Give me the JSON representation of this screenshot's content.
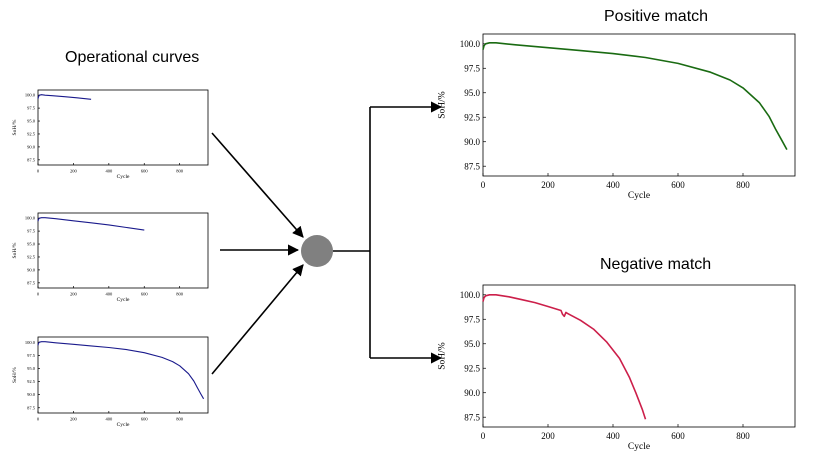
{
  "headings": {
    "operational": "Operational curves",
    "positive": "Positive match",
    "negative": "Negative match"
  },
  "colors": {
    "operational_curve": "#1a1a8c",
    "positive_curve": "#1a6b12",
    "negative_curve": "#cc1f4a",
    "hub": "#808080",
    "arrow": "#000000"
  },
  "chart_data": [
    {
      "id": "operational-1",
      "type": "line",
      "xlabel": "Cycle",
      "ylabel": "SoH/%",
      "xlim": [
        0,
        960
      ],
      "ylim": [
        86.5,
        101
      ],
      "xticks": [
        0,
        200,
        400,
        600,
        800
      ],
      "yticks": [
        87.5,
        90.0,
        92.5,
        95.0,
        97.5,
        100.0
      ],
      "series": [
        {
          "x": [
            0,
            3,
            8,
            20,
            40,
            80,
            150,
            220,
            300
          ],
          "y": [
            99.3,
            99.7,
            100.0,
            100.1,
            100.0,
            99.9,
            99.7,
            99.5,
            99.2
          ]
        }
      ]
    },
    {
      "id": "operational-2",
      "type": "line",
      "xlabel": "Cycle",
      "ylabel": "SoH/%",
      "xlim": [
        0,
        960
      ],
      "ylim": [
        86.5,
        101
      ],
      "xticks": [
        0,
        200,
        400,
        600,
        800
      ],
      "yticks": [
        87.5,
        90.0,
        92.5,
        95.0,
        97.5,
        100.0
      ],
      "series": [
        {
          "x": [
            0,
            3,
            8,
            20,
            40,
            100,
            200,
            300,
            400,
            500,
            600
          ],
          "y": [
            99.4,
            99.8,
            100.0,
            100.1,
            100.1,
            99.9,
            99.5,
            99.1,
            98.7,
            98.2,
            97.7
          ]
        }
      ]
    },
    {
      "id": "operational-3",
      "type": "line",
      "xlabel": "Cycle",
      "ylabel": "SoH/%",
      "xlim": [
        0,
        960
      ],
      "ylim": [
        86.5,
        101
      ],
      "xticks": [
        0,
        200,
        400,
        600,
        800
      ],
      "yticks": [
        87.5,
        90.0,
        92.5,
        95.0,
        97.5,
        100.0
      ],
      "series": [
        {
          "x": [
            0,
            3,
            8,
            20,
            40,
            100,
            200,
            300,
            400,
            500,
            600,
            700,
            760,
            800,
            850,
            880,
            900,
            920,
            935
          ],
          "y": [
            99.4,
            99.8,
            100.0,
            100.1,
            100.1,
            99.9,
            99.6,
            99.3,
            99.0,
            98.6,
            98.0,
            97.1,
            96.3,
            95.5,
            94.0,
            92.6,
            91.3,
            90.1,
            89.2
          ]
        }
      ]
    },
    {
      "id": "positive",
      "type": "line",
      "xlabel": "Cycle",
      "ylabel": "SoH/%",
      "xlim": [
        0,
        960
      ],
      "ylim": [
        86.5,
        101
      ],
      "xticks": [
        0,
        200,
        400,
        600,
        800
      ],
      "yticks": [
        87.5,
        90.0,
        92.5,
        95.0,
        97.5,
        100.0
      ],
      "series": [
        {
          "x": [
            0,
            3,
            8,
            20,
            40,
            100,
            200,
            300,
            400,
            500,
            600,
            700,
            760,
            800,
            850,
            880,
            900,
            920,
            935
          ],
          "y": [
            99.4,
            99.8,
            100.0,
            100.1,
            100.1,
            99.9,
            99.6,
            99.3,
            99.0,
            98.6,
            98.0,
            97.1,
            96.3,
            95.5,
            94.0,
            92.6,
            91.3,
            90.1,
            89.2
          ]
        }
      ]
    },
    {
      "id": "negative",
      "type": "line",
      "xlabel": "Cycle",
      "ylabel": "SoH/%",
      "xlim": [
        0,
        960
      ],
      "ylim": [
        86.5,
        101
      ],
      "xticks": [
        0,
        200,
        400,
        600,
        800
      ],
      "yticks": [
        87.5,
        90.0,
        92.5,
        95.0,
        97.5,
        100.0
      ],
      "series": [
        {
          "x": [
            0,
            3,
            8,
            20,
            40,
            80,
            120,
            160,
            200,
            240,
            245,
            250,
            255,
            260,
            300,
            340,
            380,
            420,
            450,
            470,
            490,
            500
          ],
          "y": [
            99.3,
            99.7,
            99.9,
            100.0,
            100.0,
            99.8,
            99.5,
            99.2,
            98.8,
            98.4,
            98.0,
            97.8,
            98.2,
            98.1,
            97.4,
            96.5,
            95.2,
            93.5,
            91.6,
            90.0,
            88.3,
            87.3
          ]
        }
      ]
    }
  ]
}
